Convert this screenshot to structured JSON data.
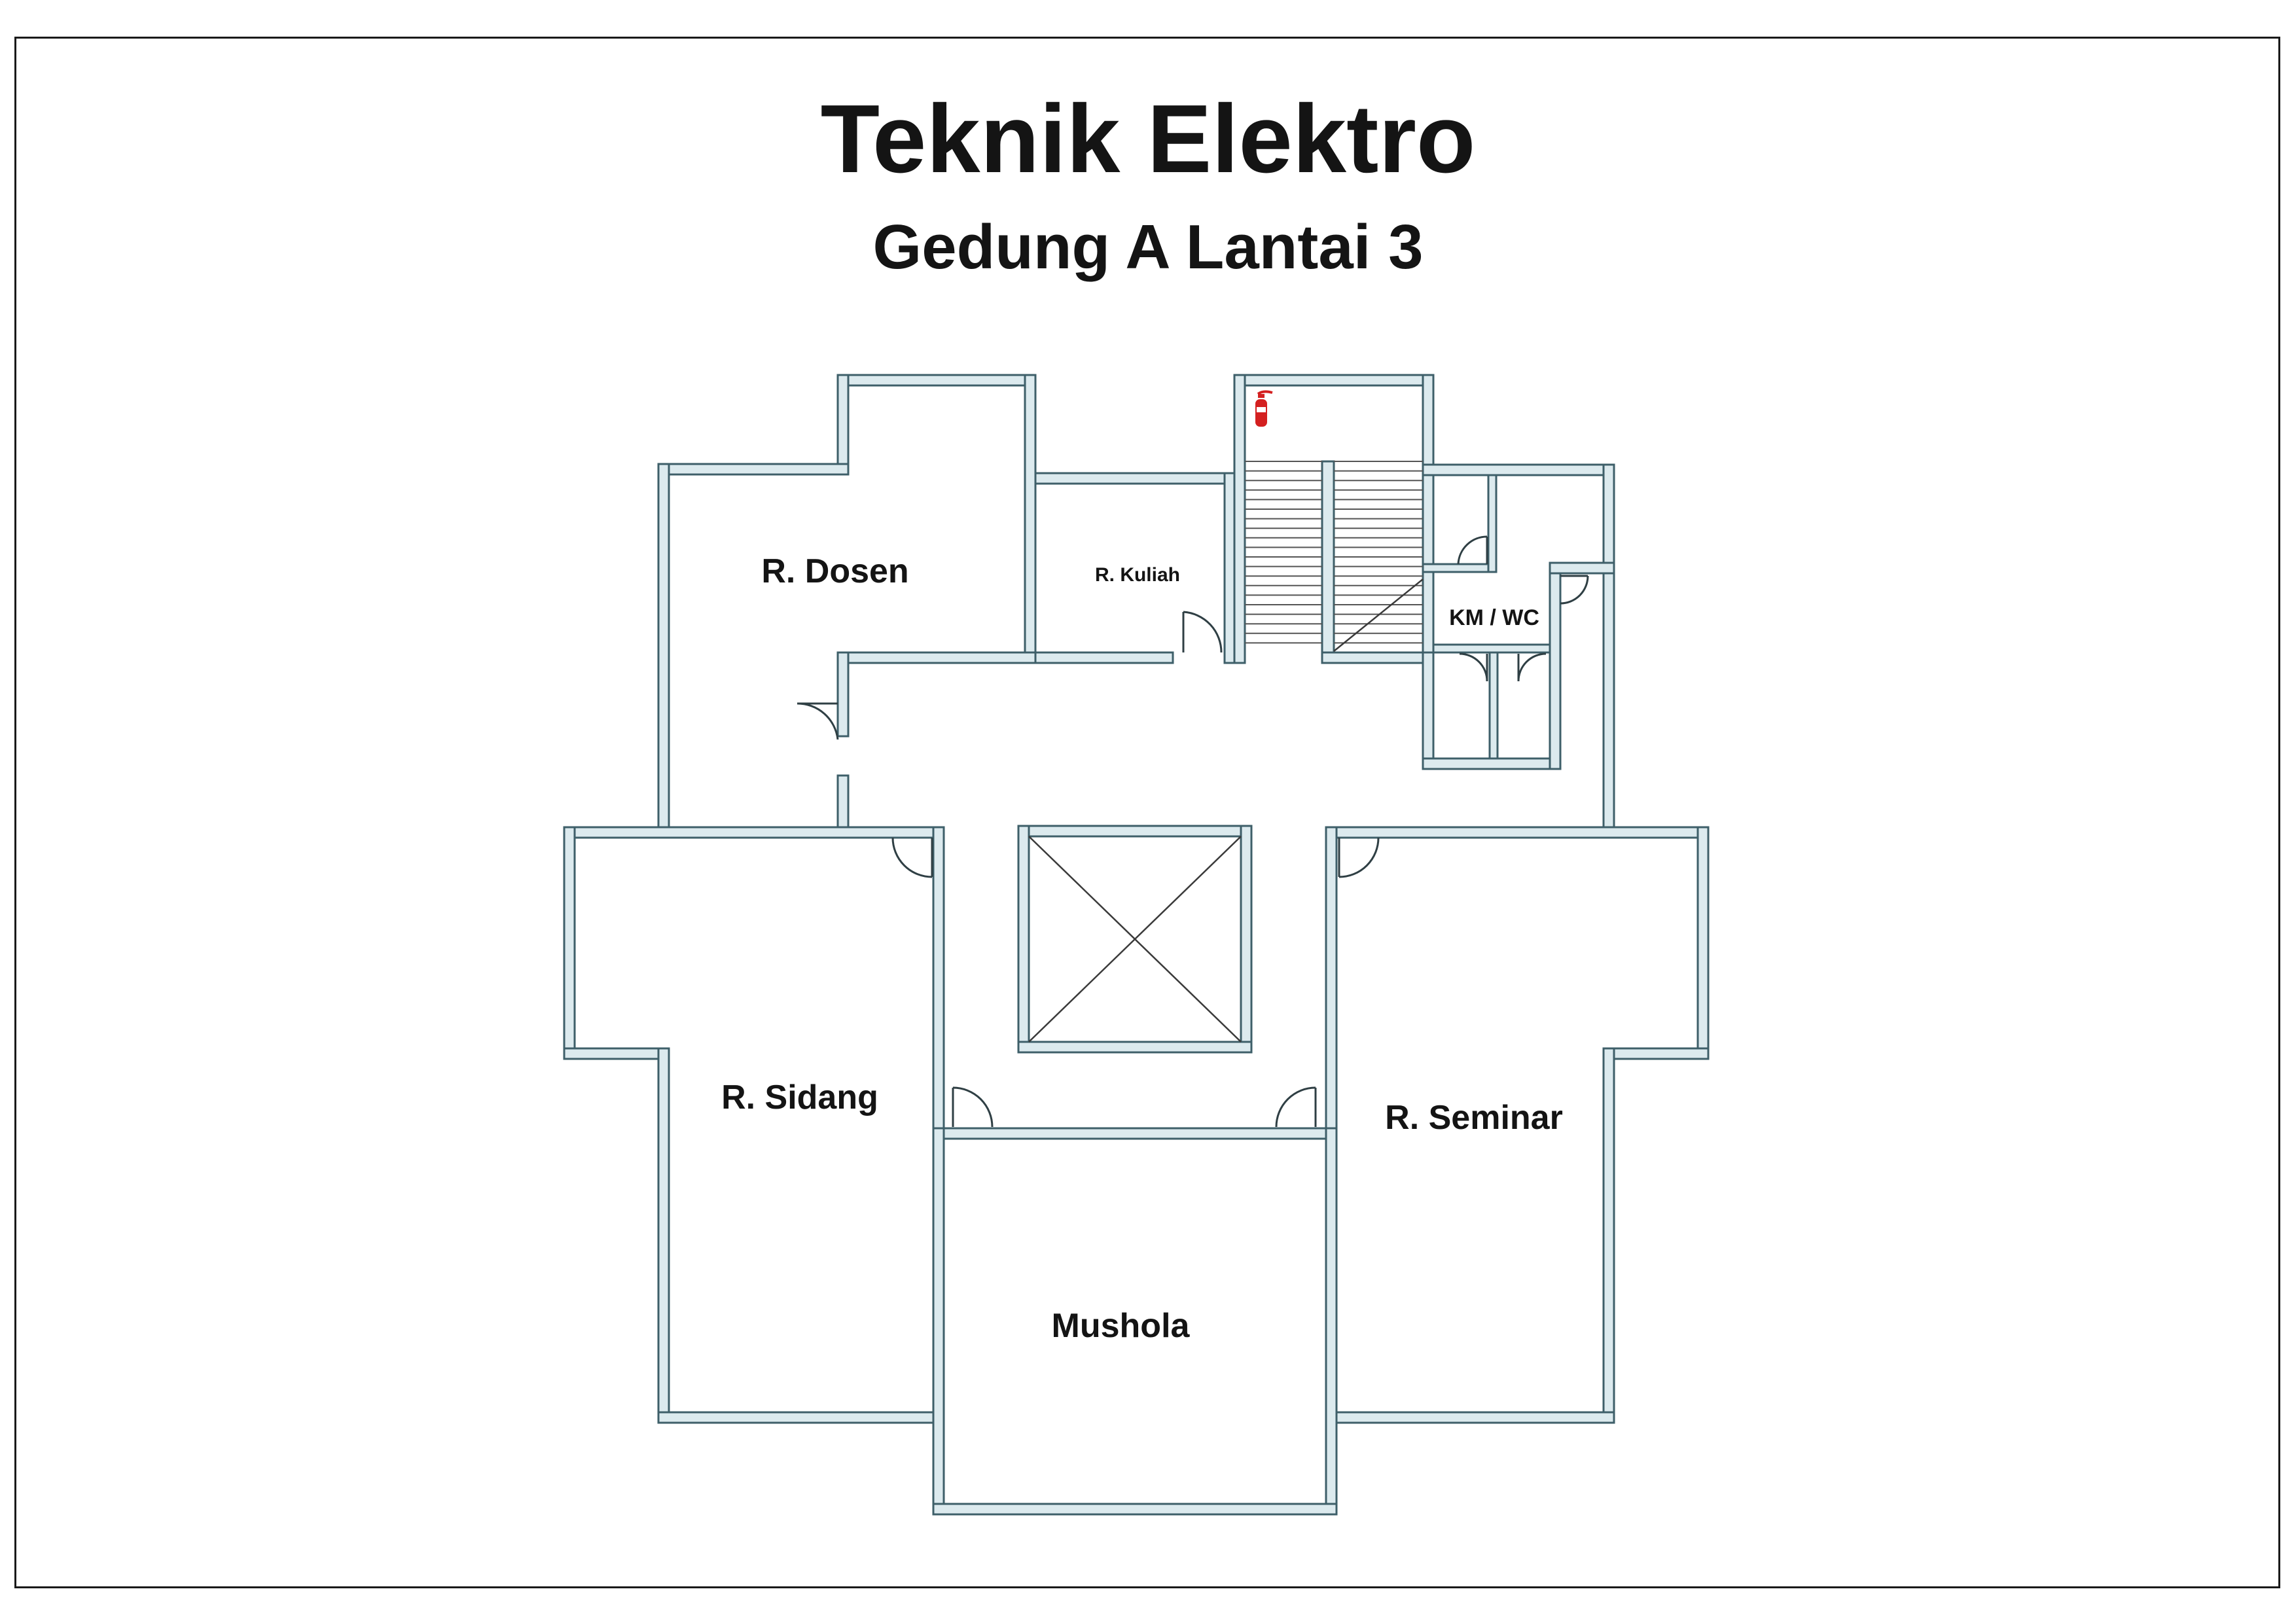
{
  "title": "Teknik Elektro",
  "subtitle": "Gedung A Lantai 3",
  "rooms": {
    "dosen": "R. Dosen",
    "kuliah": "R. Kuliah",
    "toilet": "KM / WC",
    "sidang": "R. Sidang",
    "seminar": "R. Seminar",
    "mushola": "Mushola"
  },
  "colors": {
    "wall_fill": "#dceaee",
    "wall_stroke": "#3e5f69",
    "extinguisher": "#d42020",
    "text": "#141414"
  },
  "icons": [
    "fire-extinguisher-icon"
  ]
}
